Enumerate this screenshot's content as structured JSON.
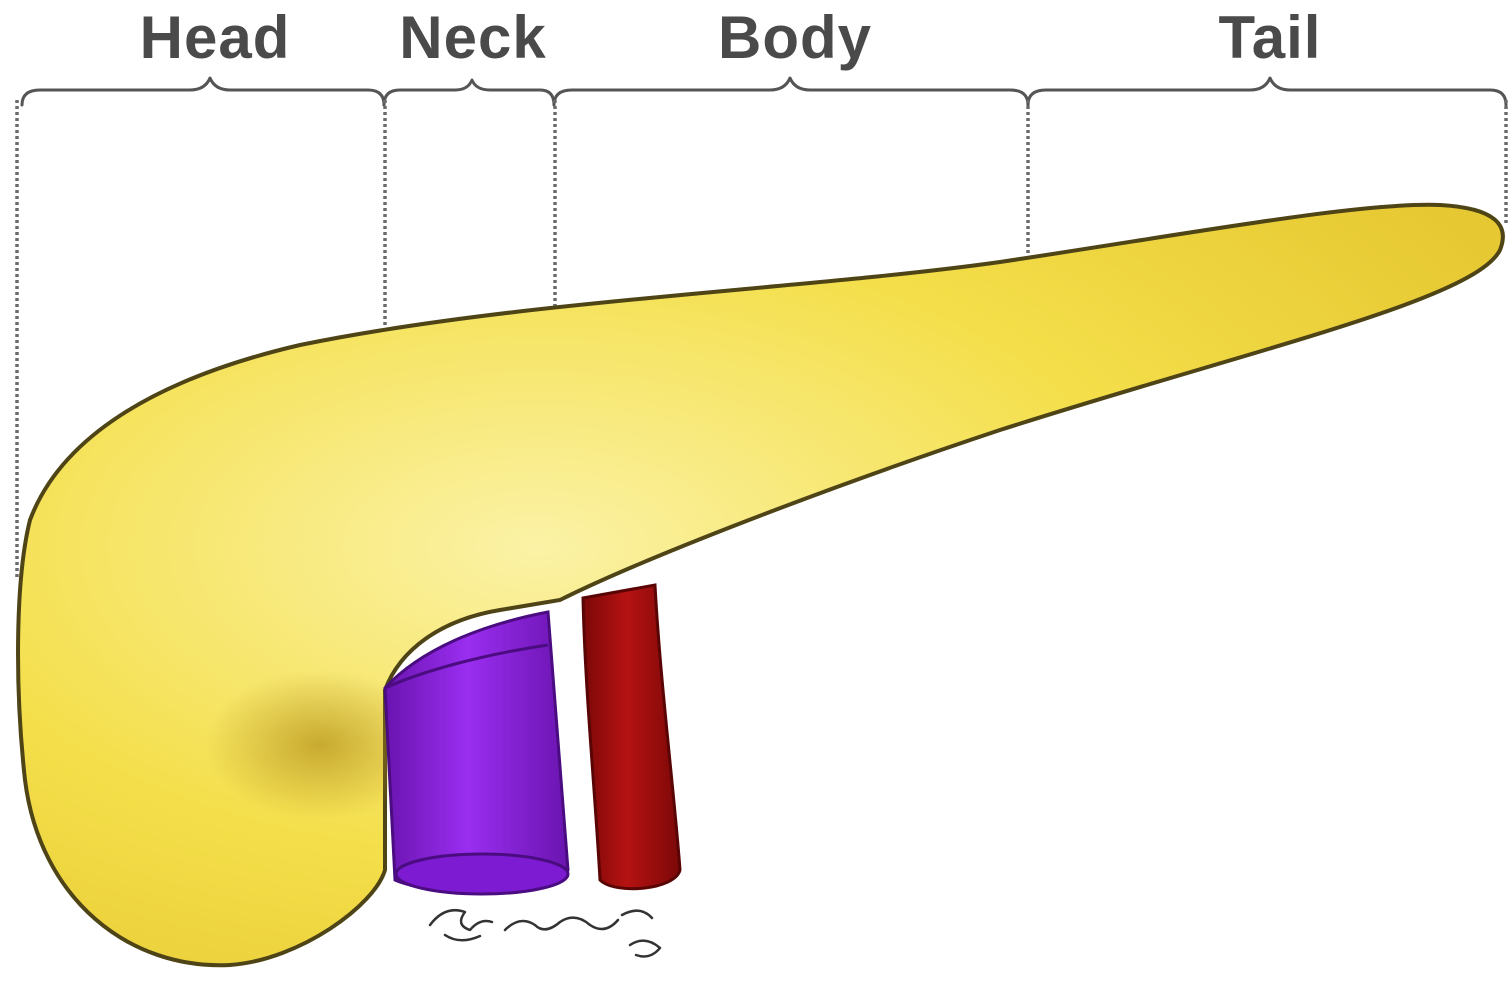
{
  "regions": [
    {
      "key": "head",
      "label": "Head"
    },
    {
      "key": "neck",
      "label": "Neck"
    },
    {
      "key": "body",
      "label": "Body"
    },
    {
      "key": "tail",
      "label": "Tail"
    }
  ],
  "colors": {
    "organ_fill": "#f4df4a",
    "organ_highlight": "#fbf2a6",
    "organ_shadow": "#c9a626",
    "vein": "#8d1fe6",
    "vein_dark": "#5d1196",
    "artery": "#a80c0c",
    "artery_dark": "#6f0606",
    "outline": "#4e4416",
    "label_text": "#4a4a4a"
  }
}
